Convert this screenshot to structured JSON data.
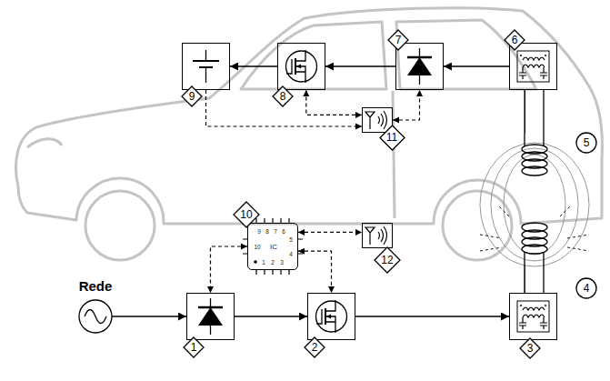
{
  "diagram": {
    "nodes": [
      {
        "text": [
          "Rede"
        ]
      },
      {
        "text": [
          "1"
        ]
      },
      {
        "text": [
          "2"
        ]
      },
      {
        "text": [
          "3"
        ]
      },
      {
        "text": [
          "4"
        ]
      },
      {
        "text": [
          "5"
        ]
      },
      {
        "text": [
          "6"
        ]
      },
      {
        "text": [
          "7"
        ]
      },
      {
        "text": [
          "8"
        ]
      },
      {
        "text": [
          "9"
        ]
      },
      {
        "text": [
          "10"
        ]
      },
      {
        "text": [
          "11"
        ]
      },
      {
        "text": [
          "12"
        ]
      }
    ],
    "edges": [
      {
        "from": 0,
        "to": 1,
        "arrow": "to"
      },
      {
        "from": 1,
        "to": 2,
        "arrow": "to"
      },
      {
        "from": 2,
        "to": 3,
        "arrow": "to"
      },
      {
        "from": 3,
        "to": 4,
        "arrow": "none"
      },
      {
        "from": 5,
        "to": 6,
        "arrow": "none"
      },
      {
        "from": 6,
        "to": 7,
        "arrow": "to"
      },
      {
        "from": 7,
        "to": 8,
        "arrow": "to"
      },
      {
        "from": 8,
        "to": 9,
        "arrow": "to"
      },
      {
        "from": 10,
        "to": 1,
        "arrow": "both"
      },
      {
        "from": 10,
        "to": 2,
        "arrow": "both"
      },
      {
        "from": 10,
        "to": 12,
        "arrow": "both"
      },
      {
        "from": 11,
        "to": 8,
        "arrow": "both"
      },
      {
        "from": 11,
        "to": 7,
        "arrow": "both"
      },
      {
        "from": 9,
        "to": 11,
        "arrow": "to"
      }
    ],
    "labels": [
      "IC",
      "9",
      "8",
      "7",
      "6",
      "5",
      "10",
      "4",
      "1",
      "2",
      "3"
    ]
  }
}
